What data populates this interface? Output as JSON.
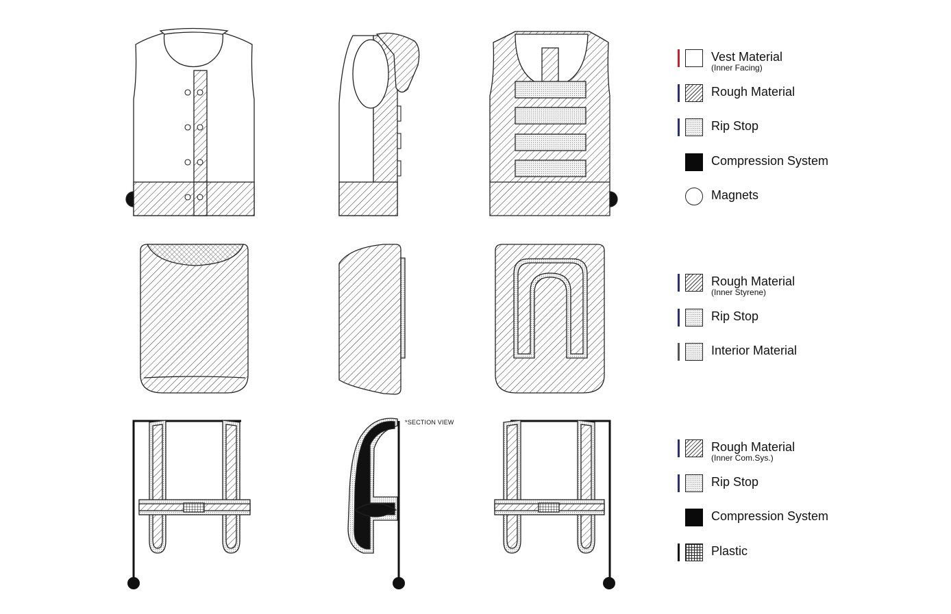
{
  "colors": {
    "red_bar": "#c8202d",
    "navy_bar": "#2b2f6e",
    "gray_bar": "#555555",
    "black_bar": "#111111",
    "line": "#222222"
  },
  "section_note": "*SECTION VIEW",
  "legends": [
    {
      "id": "vest",
      "items": [
        {
          "label": "Vest Material",
          "sub": "(Inner Facing)",
          "swatch": "white",
          "bar": "red"
        },
        {
          "label": "Rough Material",
          "sub": "",
          "swatch": "hatch",
          "bar": "navy"
        },
        {
          "label": "Rip Stop",
          "sub": "",
          "swatch": "dots",
          "bar": "navy"
        },
        {
          "label": "Compression System",
          "sub": "",
          "swatch": "solid",
          "bar": "none"
        },
        {
          "label": "Magnets",
          "sub": "",
          "swatch": "circle",
          "bar": "none"
        }
      ]
    },
    {
      "id": "pad",
      "items": [
        {
          "label": "Rough Material",
          "sub": "(Inner Styrene)",
          "swatch": "hatch",
          "bar": "navy"
        },
        {
          "label": "Rip Stop",
          "sub": "",
          "swatch": "dots",
          "bar": "navy"
        },
        {
          "label": "Interior Material",
          "sub": "",
          "swatch": "dots",
          "bar": "gray"
        }
      ]
    },
    {
      "id": "harness",
      "items": [
        {
          "label": "Rough Material",
          "sub": "(Inner Com.Sys.)",
          "swatch": "hatch",
          "bar": "navy"
        },
        {
          "label": "Rip Stop",
          "sub": "",
          "swatch": "dots",
          "bar": "navy"
        },
        {
          "label": "Compression System",
          "sub": "",
          "swatch": "solid",
          "bar": "none"
        },
        {
          "label": "Plastic",
          "sub": "",
          "swatch": "grid",
          "bar": "black"
        }
      ]
    }
  ]
}
